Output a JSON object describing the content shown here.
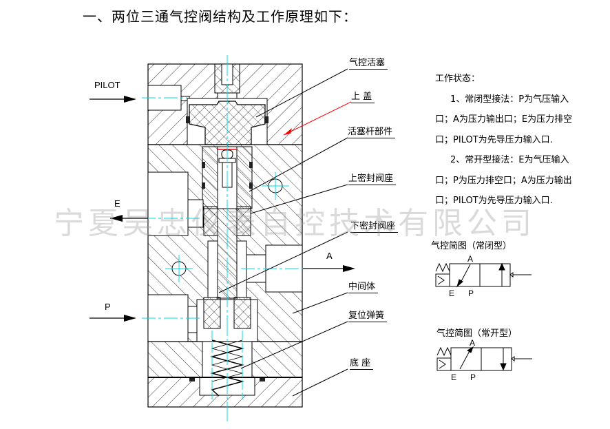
{
  "title": "一、两位三通气控阀结构及工作原理如下：",
  "ports": {
    "pilot": "PILOT",
    "e": "E",
    "a": "A",
    "p": "P"
  },
  "part_labels": [
    {
      "id": "pilot-piston",
      "text": "气控活塞"
    },
    {
      "id": "upper-cover",
      "text": "上  盖"
    },
    {
      "id": "piston-rod",
      "text": "活塞杆部件"
    },
    {
      "id": "upper-seal-seat",
      "text": "上密封阀座"
    },
    {
      "id": "lower-seal-seat",
      "text": "下密封阀座"
    },
    {
      "id": "middle-body",
      "text": "中间体"
    },
    {
      "id": "return-spring",
      "text": "复位弹簧"
    },
    {
      "id": "base",
      "text": "底  座"
    }
  ],
  "working_state": {
    "heading": "工作状态：",
    "lines": [
      "1、常闭型接法：P为气压输入",
      "口；A为压力输出口；E为压力排空",
      "口；PILOT为先导压力输入口.",
      "2、常开型接法：E为气压输入",
      "口；P为压力排空口；A为压力输出",
      "口；PILOT为先导压力输入口."
    ]
  },
  "schematics": [
    {
      "title": "气控简图（常闭型）",
      "port_top": "A",
      "port_left": "E",
      "port_right": "P"
    },
    {
      "title": "气控简图（常开型）",
      "port_top": "A",
      "port_left": "E",
      "port_right": "P"
    }
  ],
  "watermark": "宁夏吴忠仪表自控技术有限公司",
  "colors": {
    "centerline": "#00d8e8",
    "leader_red": "#ff0000",
    "line": "#000000"
  }
}
